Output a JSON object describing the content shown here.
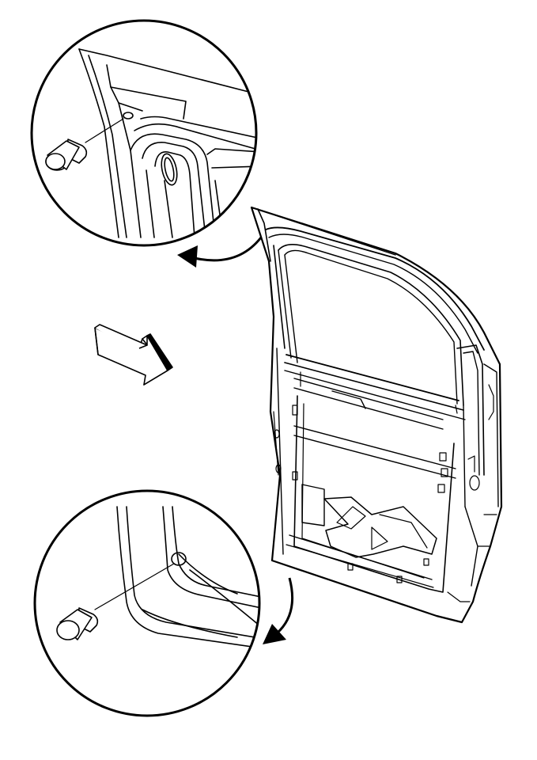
{
  "diagram": {
    "type": "technical-line-illustration",
    "subject": "door-shell-with-plugs",
    "ink_color": "#000000",
    "background_color": "#ffffff",
    "elements": {
      "upper_detail": {
        "icon": "hole-plug-icon",
        "view": "zoomed-circle"
      },
      "lower_detail": {
        "icon": "hole-plug-icon",
        "view": "zoomed-circle"
      },
      "view_arrow": {
        "icon": "view-direction-arrow-icon"
      },
      "door": {
        "icon": "door-shell-icon"
      }
    }
  }
}
